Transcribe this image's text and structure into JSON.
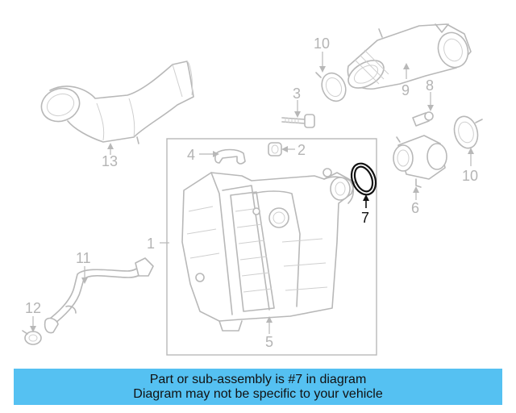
{
  "callouts": {
    "c1": "1",
    "c2": "2",
    "c3": "3",
    "c4": "4",
    "c5": "5",
    "c6": "6",
    "c7": "7",
    "c8": "8",
    "c9": "9",
    "c10a": "10",
    "c10b": "10",
    "c11": "11",
    "c12": "12",
    "c13": "13"
  },
  "highlighted_part": "7",
  "info_bar": {
    "line1": "Part or sub-assembly is #7 in diagram",
    "line2": "Diagram may not be specific to your vehicle",
    "color": "#55c1f2"
  }
}
